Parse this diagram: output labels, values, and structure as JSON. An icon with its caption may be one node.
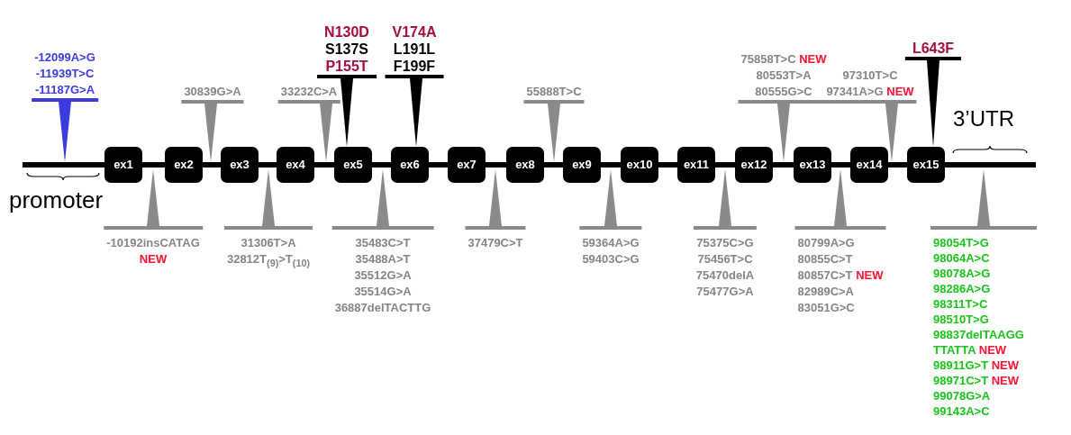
{
  "diagram": {
    "nodes": [
      {
        "text": [
          "ex1"
        ]
      },
      {
        "text": [
          "ex2"
        ]
      },
      {
        "text": [
          "ex3"
        ]
      },
      {
        "text": [
          "ex4"
        ]
      },
      {
        "text": [
          "ex5"
        ]
      },
      {
        "text": [
          "ex6"
        ]
      },
      {
        "text": [
          "ex7"
        ]
      },
      {
        "text": [
          "ex8"
        ]
      },
      {
        "text": [
          "ex9"
        ]
      },
      {
        "text": [
          "ex10"
        ]
      },
      {
        "text": [
          "ex11"
        ]
      },
      {
        "text": [
          "ex12"
        ]
      },
      {
        "text": [
          "ex13"
        ]
      },
      {
        "text": [
          "ex14"
        ]
      },
      {
        "text": [
          "ex15"
        ]
      },
      {
        "text": [
          "-12099A>G",
          "-11939T>C",
          "-11187G>A"
        ]
      },
      {
        "text": [
          "30839G>A"
        ]
      },
      {
        "text": [
          "33232C>A"
        ]
      },
      {
        "text": [
          "N130D",
          "S137S",
          "P155T"
        ]
      },
      {
        "text": [
          "V174A",
          "L191L",
          "F199F"
        ]
      },
      {
        "text": [
          "55888T>C"
        ]
      },
      {
        "text": [
          "75858T>C",
          "NEW",
          "80553T>A",
          "80555G>C"
        ]
      },
      {
        "text": [
          "97310T>C",
          "97341A>G",
          "NEW"
        ]
      },
      {
        "text": [
          "L643F"
        ]
      },
      {
        "text": [
          "-10192insCATAG",
          "NEW"
        ]
      },
      {
        "text": [
          "31306T>A",
          "32812T$_{(9)}$>T$_{(10)}$"
        ]
      },
      {
        "text": [
          "35483C>T",
          "35488A>T",
          "35512G>A",
          "35514G>A",
          "36887delTACTTG"
        ]
      },
      {
        "text": [
          "37479C>T"
        ]
      },
      {
        "text": [
          "59364A>G",
          "59403C>G"
        ]
      },
      {
        "text": [
          "75375C>G",
          "75456T>C",
          "75470delA",
          "75477G>A"
        ]
      },
      {
        "text": [
          "80799A>G",
          "80855C>T",
          "80857C>T",
          "NEW",
          "82989C>A",
          "83051G>C"
        ]
      },
      {
        "text": [
          "98054T>G",
          "98064A>C",
          "98078A>G",
          "98286A>G",
          "98311T>C",
          "98510T>G",
          "98837delTAAGG TTATTA",
          "NEW",
          "98911G>T",
          "NEW",
          "98971C>T",
          "NEW",
          "99078G>A",
          "99143A>C"
        ]
      }
    ],
    "edges": [
      {
        "from": 15,
        "to": null,
        "arrow": "to"
      },
      {
        "from": 16,
        "to": null,
        "arrow": "to"
      },
      {
        "from": 17,
        "to": null,
        "arrow": "to"
      },
      {
        "from": 18,
        "to": 4,
        "arrow": "to"
      },
      {
        "from": 19,
        "to": 5,
        "arrow": "to"
      },
      {
        "from": 20,
        "to": null,
        "arrow": "to"
      },
      {
        "from": 21,
        "to": null,
        "arrow": "to"
      },
      {
        "from": 22,
        "to": null,
        "arrow": "to"
      },
      {
        "from": 23,
        "to": 14,
        "arrow": "to"
      },
      {
        "from": 24,
        "to": null,
        "arrow": "to"
      },
      {
        "from": 25,
        "to": null,
        "arrow": "to"
      },
      {
        "from": 26,
        "to": null,
        "arrow": "to"
      },
      {
        "from": 27,
        "to": null,
        "arrow": "to"
      },
      {
        "from": 28,
        "to": null,
        "arrow": "to"
      },
      {
        "from": 29,
        "to": null,
        "arrow": "to"
      },
      {
        "from": 30,
        "to": null,
        "arrow": "to"
      },
      {
        "from": 31,
        "to": null,
        "arrow": "to"
      }
    ],
    "labels": [
      "promoter",
      "3’UTR"
    ]
  }
}
